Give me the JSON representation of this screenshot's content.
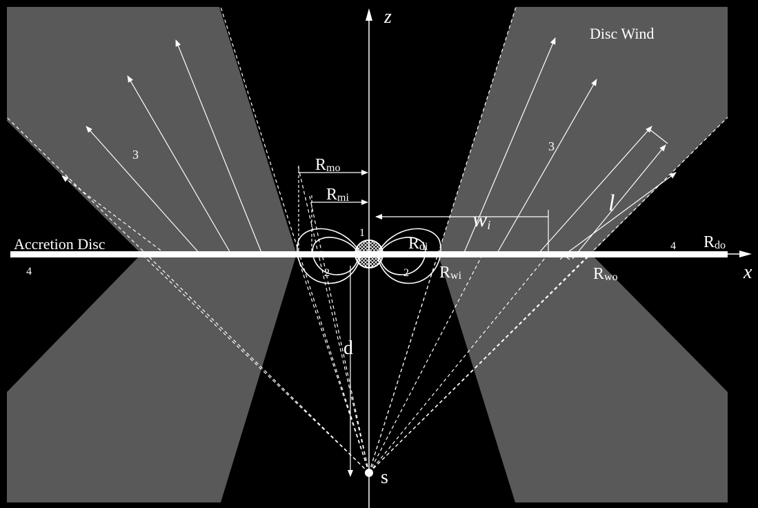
{
  "labels": {
    "z_axis": "z",
    "x_axis": "x",
    "disc_wind": "Disc Wind",
    "accretion_disc": "Accretion Disc",
    "region_1": "1",
    "region_2_left": "2",
    "region_2_right": "2",
    "region_3_left": "3",
    "region_3_right": "3",
    "region_4_left": "4",
    "region_4_right": "4",
    "r_mo": {
      "main": "R",
      "sub": "mo"
    },
    "r_mi": {
      "main": "R",
      "sub": "mi"
    },
    "r_di": {
      "main": "R",
      "sub": "di"
    },
    "r_wi": {
      "main": "R",
      "sub": "wi"
    },
    "r_wo": {
      "main": "R",
      "sub": "wo"
    },
    "r_do": {
      "main": "R",
      "sub": "do"
    },
    "w_i": {
      "main": "w",
      "sub": "i"
    },
    "l": "l",
    "d": "d",
    "source": "s"
  },
  "colors": {
    "background": "#000000",
    "wind_region": "#595959",
    "lines": "#ffffff",
    "disc": "#ffffff"
  }
}
